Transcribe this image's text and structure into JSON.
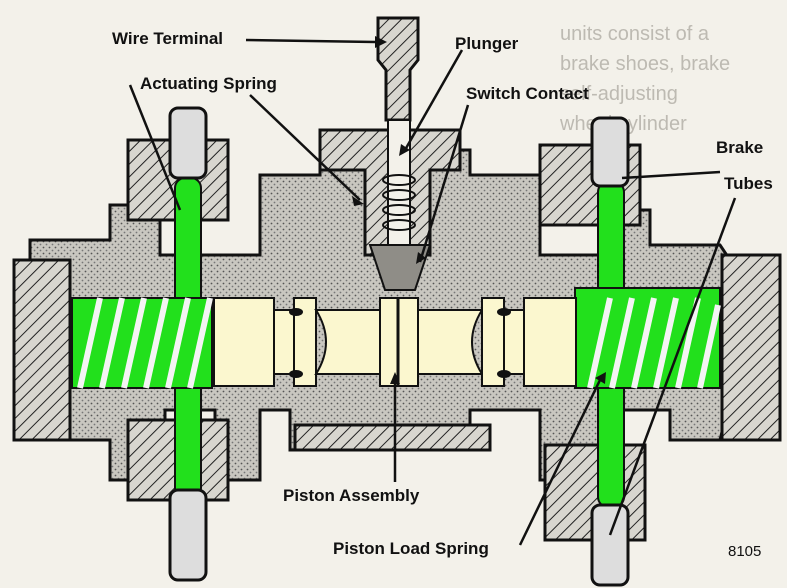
{
  "diagram": {
    "labels": {
      "wire_terminal": "Wire Terminal",
      "plunger": "Plunger",
      "actuating_spring": "Actuating Spring",
      "switch_contact": "Switch Contact",
      "brake": "Brake",
      "tubes": "Tubes",
      "piston_assembly": "Piston Assembly",
      "piston_load_spring": "Piston Load Spring"
    },
    "figure_number": "8105",
    "colors": {
      "fluid_passage": "#22e01c",
      "piston": "#fbf7cf",
      "housing": "#c9c7c0",
      "outline": "#111111",
      "background": "#f3f1ea"
    }
  }
}
